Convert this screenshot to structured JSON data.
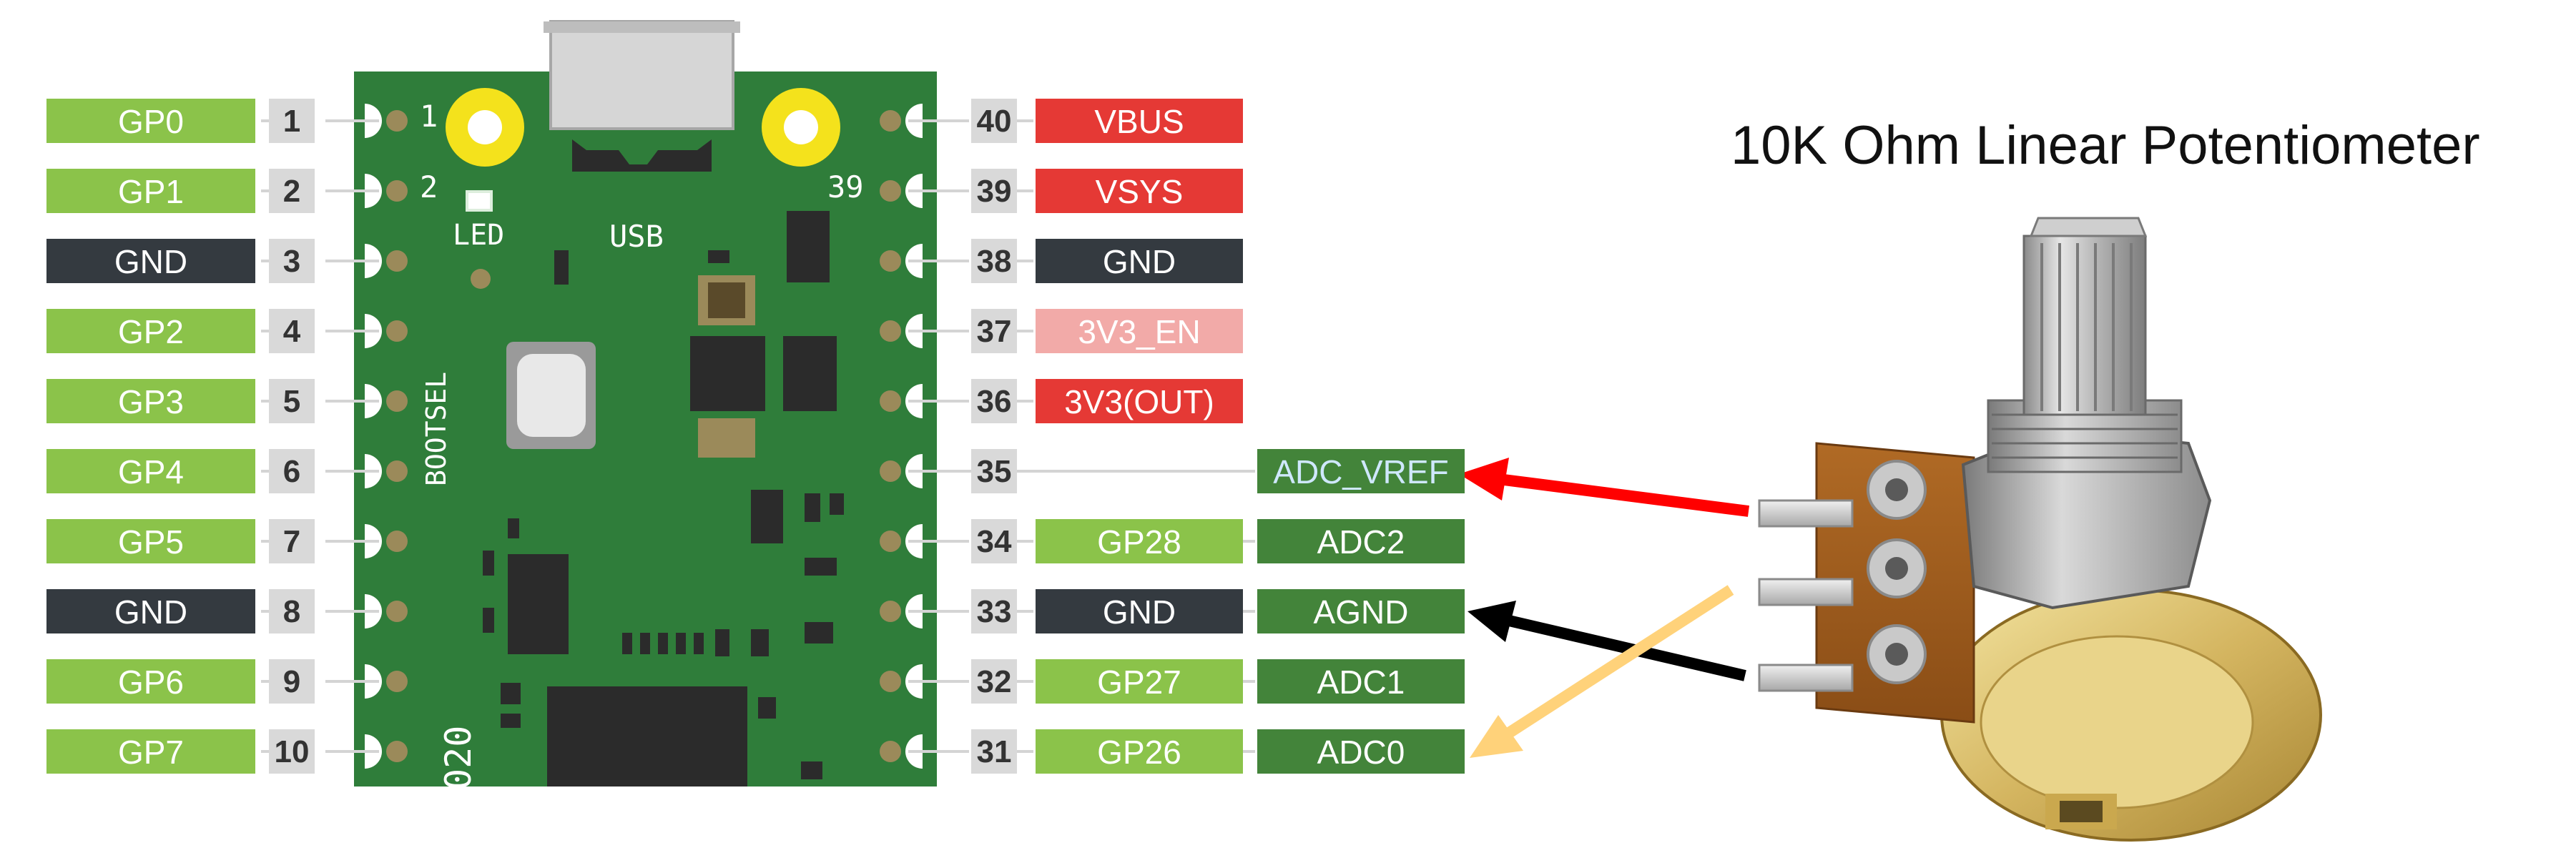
{
  "title": "10K Ohm Linear Potentiometer",
  "colors": {
    "gp": "#8bc34a",
    "gnd": "#343a40",
    "power": "#e53935",
    "disabled_power": "#f2aaa8",
    "adc": "#43843a",
    "adc_vref_text": "#cfe8ff",
    "pin_number_bg": "#d9d9d9",
    "board": "#2f7d3a",
    "wire_vref": "#ff0000",
    "wire_agnd": "#000000",
    "wire_adc0": "#ffd27a"
  },
  "board": {
    "usb_label": "USB",
    "led_label": "LED",
    "bootsel_label": "BOOTSEL",
    "corner_pin_1": "1",
    "corner_pin_2": "2",
    "corner_pin_39": "39",
    "chip_text": "020"
  },
  "left_pins": [
    {
      "number": "1",
      "label": "GP0",
      "kind": "gp"
    },
    {
      "number": "2",
      "label": "GP1",
      "kind": "gp"
    },
    {
      "number": "3",
      "label": "GND",
      "kind": "gnd"
    },
    {
      "number": "4",
      "label": "GP2",
      "kind": "gp"
    },
    {
      "number": "5",
      "label": "GP3",
      "kind": "gp"
    },
    {
      "number": "6",
      "label": "GP4",
      "kind": "gp"
    },
    {
      "number": "7",
      "label": "GP5",
      "kind": "gp"
    },
    {
      "number": "8",
      "label": "GND",
      "kind": "gnd"
    },
    {
      "number": "9",
      "label": "GP6",
      "kind": "gp"
    },
    {
      "number": "10",
      "label": "GP7",
      "kind": "gp"
    }
  ],
  "right_pins": [
    {
      "number": "40",
      "label": "VBUS",
      "kind": "power",
      "extra": ""
    },
    {
      "number": "39",
      "label": "VSYS",
      "kind": "power",
      "extra": ""
    },
    {
      "number": "38",
      "label": "GND",
      "kind": "gnd",
      "extra": ""
    },
    {
      "number": "37",
      "label": "3V3_EN",
      "kind": "disabled_power",
      "extra": ""
    },
    {
      "number": "36",
      "label": "3V3(OUT)",
      "kind": "power",
      "extra": ""
    },
    {
      "number": "35",
      "label": "",
      "kind": "none",
      "extra": "ADC_VREF"
    },
    {
      "number": "34",
      "label": "GP28",
      "kind": "gp",
      "extra": "ADC2"
    },
    {
      "number": "33",
      "label": "GND",
      "kind": "gnd",
      "extra": "AGND"
    },
    {
      "number": "32",
      "label": "GP27",
      "kind": "gp",
      "extra": "ADC1"
    },
    {
      "number": "31",
      "label": "GP26",
      "kind": "gp",
      "extra": "ADC0"
    }
  ]
}
